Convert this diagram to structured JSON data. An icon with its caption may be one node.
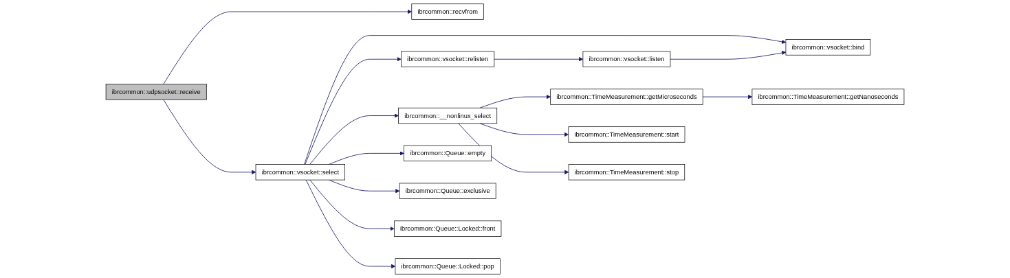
{
  "diagram": {
    "nodes": [
      {
        "text": [
          "ibrcommon::udpsocket::receive"
        ]
      },
      {
        "text": [
          "ibrcommon::recvfrom"
        ]
      },
      {
        "text": [
          "ibrcommon::vsocket::select"
        ]
      },
      {
        "text": [
          "ibrcommon::vsocket::relisten"
        ]
      },
      {
        "text": [
          "ibrcommon::__nonlinux_select"
        ]
      },
      {
        "text": [
          "ibrcommon::Queue::empty"
        ]
      },
      {
        "text": [
          "ibrcommon::Queue::exclusive"
        ]
      },
      {
        "text": [
          "ibrcommon::Queue::Locked::front"
        ]
      },
      {
        "text": [
          "ibrcommon::Queue::Locked::pop"
        ]
      },
      {
        "text": [
          "ibrcommon::vsocket::listen"
        ]
      },
      {
        "text": [
          "ibrcommon::TimeMeasurement::getMicroseconds"
        ]
      },
      {
        "text": [
          "ibrcommon::TimeMeasurement::start"
        ]
      },
      {
        "text": [
          "ibrcommon::TimeMeasurement::stop"
        ]
      },
      {
        "text": [
          "ibrcommon::vsocket::bind"
        ]
      },
      {
        "text": [
          "ibrcommon::TimeMeasurement::getNanoseconds"
        ]
      }
    ],
    "edges": [
      {
        "from": 0,
        "to": 1,
        "arrow": "to"
      },
      {
        "from": 0,
        "to": 2,
        "arrow": "to"
      },
      {
        "from": 2,
        "to": 13,
        "arrow": "to"
      },
      {
        "from": 2,
        "to": 3,
        "arrow": "to"
      },
      {
        "from": 2,
        "to": 4,
        "arrow": "to"
      },
      {
        "from": 2,
        "to": 5,
        "arrow": "to"
      },
      {
        "from": 2,
        "to": 6,
        "arrow": "to"
      },
      {
        "from": 2,
        "to": 7,
        "arrow": "to"
      },
      {
        "from": 2,
        "to": 8,
        "arrow": "to"
      },
      {
        "from": 3,
        "to": 9,
        "arrow": "to"
      },
      {
        "from": 9,
        "to": 13,
        "arrow": "to"
      },
      {
        "from": 4,
        "to": 10,
        "arrow": "to"
      },
      {
        "from": 4,
        "to": 11,
        "arrow": "to"
      },
      {
        "from": 4,
        "to": 12,
        "arrow": "to"
      },
      {
        "from": 10,
        "to": 14,
        "arrow": "to"
      }
    ]
  }
}
